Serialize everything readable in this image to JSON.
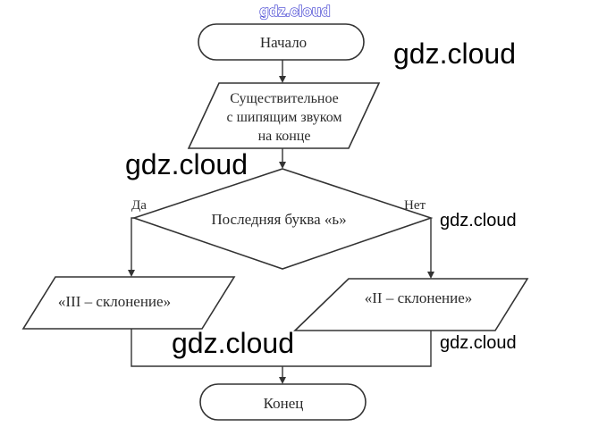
{
  "watermarks": {
    "top": "gdz.cloud",
    "right_upper": "gdz.cloud",
    "left_middle": "gdz.cloud",
    "right_middle": "gdz.cloud",
    "center_lower": "gdz.cloud",
    "right_lower": "gdz.cloud"
  },
  "flowchart": {
    "start": "Начало",
    "input_lines": [
      "Существительное",
      "с шипящим звуком",
      "на конце"
    ],
    "decision": "Последняя буква «ь»",
    "yes_label": "Да",
    "no_label": "Нет",
    "yes_result": "«III – склонение»",
    "no_result": "«II – склонение»",
    "end": "Конец"
  },
  "colors": {
    "line": "#333333",
    "text": "#2b2b2b",
    "watermark_top_outline": "#3a3ad0"
  }
}
